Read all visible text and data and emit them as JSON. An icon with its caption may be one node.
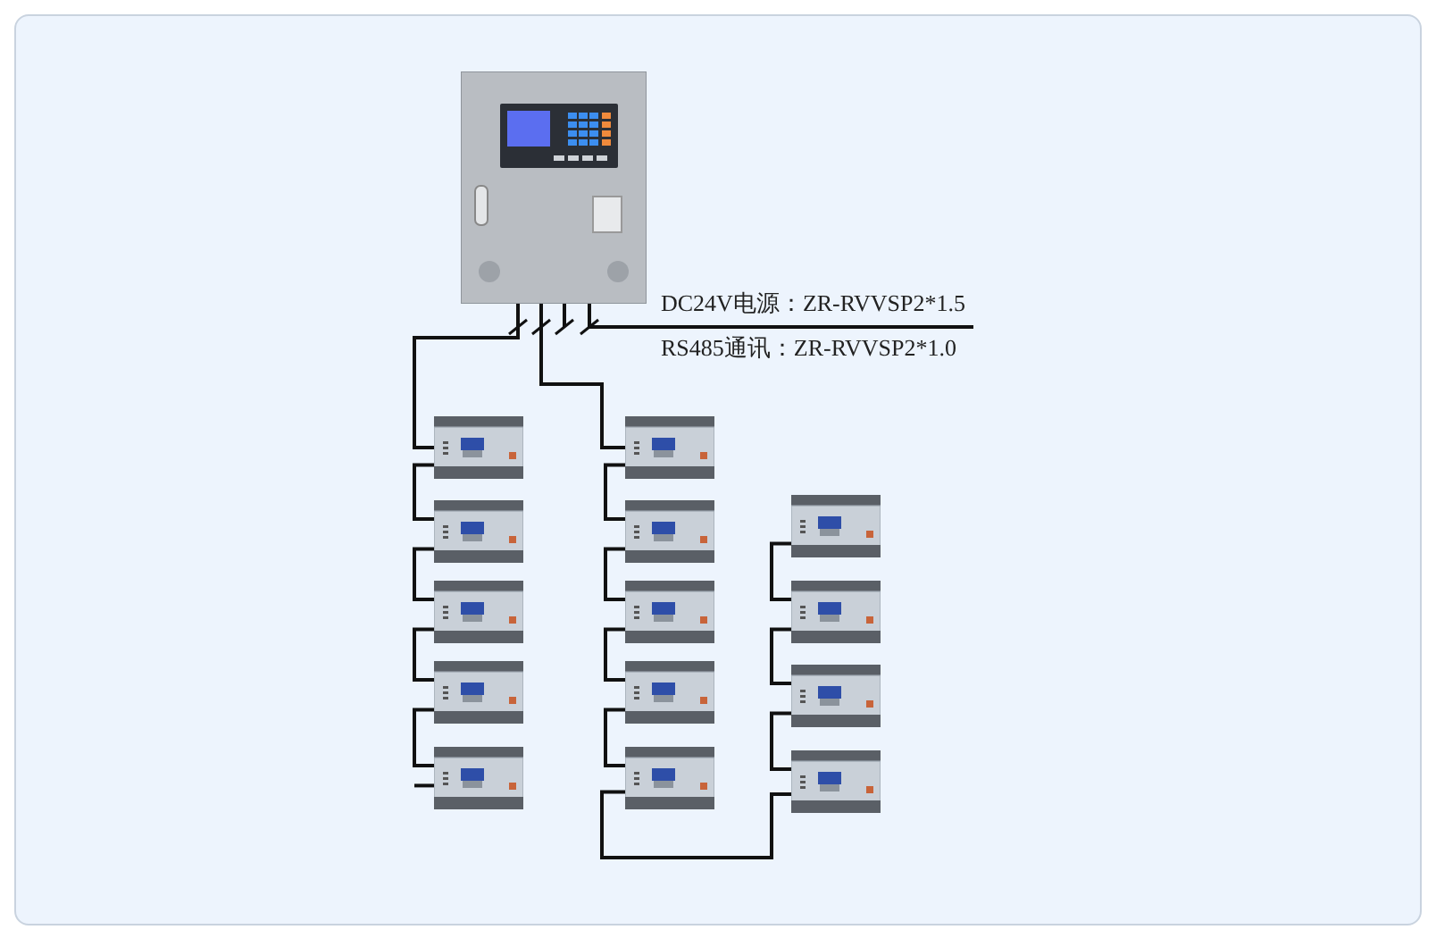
{
  "diagram": {
    "nodes": [
      {
        "text": [],
        "shape": "picture"
      },
      {
        "text": [],
        "shape": "picture"
      },
      {
        "text": [],
        "shape": "picture"
      },
      {
        "text": [],
        "shape": "picture"
      },
      {
        "text": [],
        "shape": "picture"
      },
      {
        "text": [],
        "shape": "picture"
      },
      {
        "text": [],
        "shape": "picture"
      },
      {
        "text": [],
        "shape": "picture"
      },
      {
        "text": [],
        "shape": "picture"
      },
      {
        "text": [],
        "shape": "picture"
      },
      {
        "text": [],
        "shape": "picture"
      },
      {
        "text": [],
        "shape": "picture"
      },
      {
        "text": [],
        "shape": "picture"
      },
      {
        "text": [],
        "shape": "picture"
      },
      {
        "text": [],
        "shape": "picture"
      }
    ],
    "edges": [
      {
        "from": 0,
        "to": 1,
        "arrow": "none"
      },
      {
        "from": 1,
        "to": 2,
        "arrow": "none"
      },
      {
        "from": 2,
        "to": 3,
        "arrow": "none"
      },
      {
        "from": 3,
        "to": 4,
        "arrow": "none"
      },
      {
        "from": 4,
        "to": 5,
        "arrow": "none"
      },
      {
        "from": 0,
        "to": 6,
        "arrow": "none"
      },
      {
        "from": 6,
        "to": 7,
        "arrow": "none"
      },
      {
        "from": 7,
        "to": 8,
        "arrow": "none"
      },
      {
        "from": 8,
        "to": 9,
        "arrow": "none"
      },
      {
        "from": 9,
        "to": 10,
        "arrow": "none"
      },
      {
        "from": 10,
        "to": 14,
        "arrow": "none"
      },
      {
        "from": 14,
        "to": 13,
        "arrow": "none"
      },
      {
        "from": 13,
        "to": 12,
        "arrow": "none"
      },
      {
        "from": 12,
        "to": 11,
        "arrow": "none"
      },
      {
        "from": 5,
        "to": null,
        "arrow": "none"
      },
      {
        "from": 0,
        "to": null,
        "arrow": "none"
      }
    ],
    "labels": [
      "DC24V电源：ZR-RVVSP2*1.5",
      "RS485通讯：ZR-RVVSP2*1.0"
    ]
  }
}
